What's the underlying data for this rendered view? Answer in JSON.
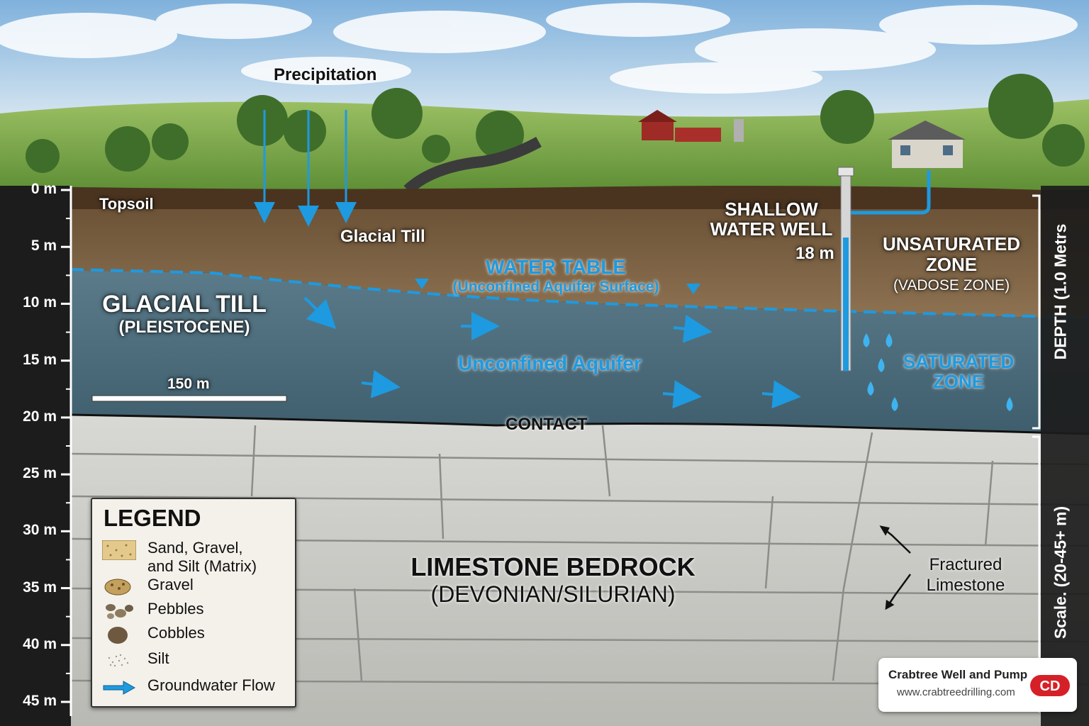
{
  "labels": {
    "precipitation": "Precipitation",
    "topsoil": "Topsoil",
    "glacial_till_small": "Glacial Till",
    "shallow_well": [
      "SHALLOW",
      "WATER WELL"
    ],
    "well_depth": "18 m",
    "unsaturated_zone": [
      "UNSATURATED",
      "ZONE",
      "(VADOSE ZONE)"
    ],
    "water_table": "WATER TABLE",
    "water_table_sub": "(Unconfined Aquifer Surface)",
    "glacial_till_big": [
      "GLACIAL TILL",
      "(PLEISTOCENE)"
    ],
    "unconfined_aquifer": "Unconfined Aquifer",
    "saturated_zone": [
      "SATURATED",
      "ZONE"
    ],
    "scale_bar": "150 m",
    "contact": "CONTACT",
    "bedrock": [
      "LIMESTONE BEDROCK",
      "(DEVONIAN/SILURIAN)"
    ],
    "fractured": [
      "Fractured",
      "Limestone"
    ],
    "right_depth_top": "DEPTH (1.0 Metrs",
    "right_depth_bottom": "Scale. (20-45+ m)"
  },
  "depth_axis": {
    "unit": "m",
    "ticks": [
      0,
      5,
      10,
      15,
      20,
      25,
      30,
      35,
      40,
      45
    ],
    "tick_labels": [
      "0 m",
      "5 m",
      "10 m",
      "15 m",
      "20 m",
      "25 m",
      "30 m",
      "35 m",
      "40 m",
      "45 m"
    ]
  },
  "legend": {
    "title": "LEGEND",
    "items": [
      {
        "label": [
          "Sand, Gravel,",
          "and Silt (Matrix)"
        ],
        "icon": "sand-swatch"
      },
      {
        "label": [
          "Gravel"
        ],
        "icon": "gravel-icon"
      },
      {
        "label": [
          "Pebbles"
        ],
        "icon": "pebbles-icon"
      },
      {
        "label": [
          "Cobbles"
        ],
        "icon": "cobble-icon"
      },
      {
        "label": [
          "Silt"
        ],
        "icon": "silt-icon"
      },
      {
        "label": [
          "Groundwater Flow"
        ],
        "icon": "flow-arrow-icon"
      }
    ]
  },
  "brand": {
    "name": "Crabtree Well and Pump",
    "url": "www.crabtreedrilling.com",
    "logo_text": "CD"
  },
  "colors": {
    "sky": "#a9c9e6",
    "grass": "#7fae4c",
    "topsoil": "#4a3420",
    "till": "#8a7050",
    "aquifer": "#4f6f7e",
    "bedrock": "#cfcfcc",
    "water": "#1e9ae0",
    "axis_bg": "#1c1c1c"
  }
}
